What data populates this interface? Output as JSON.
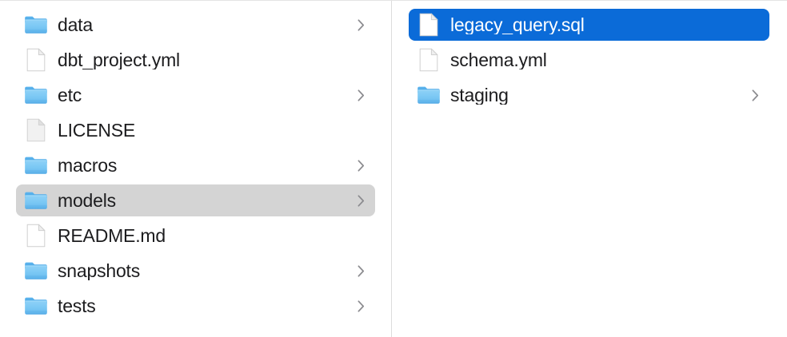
{
  "window": {
    "view_mode": "column-view",
    "background_color": "#ffffff",
    "divider_color": "#dcdcdc"
  },
  "selection": {
    "gray_highlight_color": "#d4d4d4",
    "blue_highlight_color": "#0b6bd8",
    "selected_label_color": "#ffffff"
  },
  "columns": [
    {
      "name": "parent-column",
      "items": [
        {
          "label": "data",
          "icon": "folder-icon",
          "kind": "folder",
          "chevron": true,
          "selected": false,
          "selection_style": "none"
        },
        {
          "label": "dbt_project.yml",
          "icon": "document-icon",
          "kind": "file",
          "chevron": false,
          "selected": false,
          "selection_style": "none"
        },
        {
          "label": "etc",
          "icon": "folder-icon",
          "kind": "folder",
          "chevron": true,
          "selected": false,
          "selection_style": "none"
        },
        {
          "label": "LICENSE",
          "icon": "generic-document-icon",
          "kind": "file",
          "chevron": false,
          "selected": false,
          "selection_style": "none"
        },
        {
          "label": "macros",
          "icon": "folder-icon",
          "kind": "folder",
          "chevron": true,
          "selected": false,
          "selection_style": "none"
        },
        {
          "label": "models",
          "icon": "folder-icon",
          "kind": "folder",
          "chevron": true,
          "selected": true,
          "selection_style": "gray"
        },
        {
          "label": "README.md",
          "icon": "document-icon",
          "kind": "file",
          "chevron": false,
          "selected": false,
          "selection_style": "none"
        },
        {
          "label": "snapshots",
          "icon": "folder-icon",
          "kind": "folder",
          "chevron": true,
          "selected": false,
          "selection_style": "none"
        },
        {
          "label": "tests",
          "icon": "folder-icon",
          "kind": "folder",
          "chevron": true,
          "selected": false,
          "selection_style": "none"
        }
      ]
    },
    {
      "name": "child-column",
      "items": [
        {
          "label": "legacy_query.sql",
          "icon": "document-icon",
          "kind": "file",
          "chevron": false,
          "selected": true,
          "selection_style": "blue"
        },
        {
          "label": "schema.yml",
          "icon": "document-icon",
          "kind": "file",
          "chevron": false,
          "selected": false,
          "selection_style": "none"
        },
        {
          "label": "staging",
          "icon": "folder-icon",
          "kind": "folder",
          "chevron": true,
          "selected": false,
          "selection_style": "none"
        }
      ]
    }
  ]
}
